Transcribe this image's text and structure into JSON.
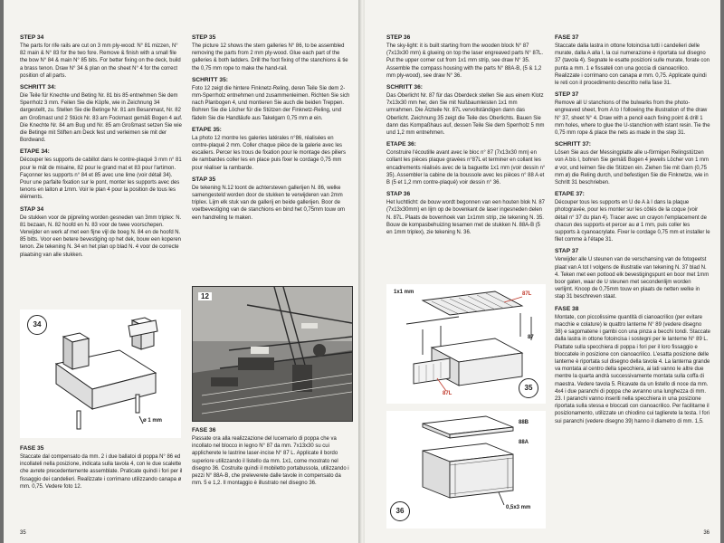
{
  "left_page": {
    "col1": {
      "sec1_title": "STEP 34",
      "sec1_text": "The parts for rife rails are cut on 3 mm ply-wood: N° 81 mizzen, N° 82 main & N° 83 for the two fore. Remove & finish with a small file the bow N° 84 & main N° 85 bits. For better fixing on the deck, build a brass tenon. Draw N° 34 & plan on the sheet N° 4 for the correct position of all parts.",
      "sec2_title": "SCHRITT 34:",
      "sec2_text": "Die Teile für Knechte und Beting Nr. 81 bis 85 entnehmen Sie dem Sperrholz 3 mm. Feilen Sie die Köpfe, wie in Zeichnung 34 dargestellt, zu. Stellen Sie die Betinge Nr. 81 am Besanmast, Nr. 82 am Großmast und 2 Stück Nr. 83 am Fockmast gemäß Bogen 4 auf. Die Knechte Nr. 84 am Bug und Nr. 85 am Großmast setzen Sie wie die Betinge mit Stiften am Deck fest und verleimen sie mit der Bordwand.",
      "sec3_title": "ETAPE 34:",
      "sec3_text": "Découper les supports de cabillot dans le contre-plaqué 3 mm n° 81 pour le mât de misaine, 82 pour le grand mat et 83 pour l'artimon. Façonner les supports n° 84 et 85 avec une lime (voir détail 34). Pour une parfaite fixation sur le pont, monter les supports avec des tenons en laiton ø 1mm. Voir le plan 4 pour la position de tous les éléments.",
      "sec4_title": "STAP 34",
      "sec4_text": "De stukken voor de pijpreling worden gesneden van 3mm triplex: N. 81 bezaan, N. 82 hoofd en N. 83 voor de twee voorschepen. Verwijder en werk af met een fijne vijl de boeg N. 84 en de hoofd N. 85 bitts. Voor een betere bevestiging op het dek, bouw een koperen tenon. Zie tekening N. 34 en het plan op blad N. 4 voor de correcte plaatsing van alle stukken.",
      "fig_number": "34",
      "fig_label": "ø 1 mm",
      "sec5_title": "FASE 35",
      "sec5_text": "Staccate dal compensato da mm. 2 i due ballatoi di poppa N° 86 ed incollateli nella posizione, indicata sulla tavola 4, con le due scalette che avrete precedentemente assemblate. Praticate quindi i fori per il fissaggio dei candelieri. Realizzate i corrimano utilizzando canapa ø mm. 0,75. Vedere foto 12."
    },
    "col2": {
      "sec1_title": "STEP 35",
      "sec1_text": "The picture 12 shows the stern galleries N° 86, to be assembled removing the parts from 2 mm ply-wood. Glue each part of the galleries & both ladders. Drill the foot fixing of the stanchions & tie the 0,75 mm rope to make the hand-rail.",
      "sec2_title": "SCHRITT 35:",
      "sec2_text": "Foto 12 zeigt die hintere Finknetz-Reling, deren Teile Sie dem 2-mm-Sperrholz entnehmen und zusammenleimen. Richten Sie sich nach Planbogen 4, und montieren Sie auch die beiden Treppen. Bohren Sie die Löcher für die Stützen der Finknetz-Reling, und fädeln Sie die Handläufe aus Takelgarn 0,75 mm ø ein.",
      "sec3_title": "ETAPE 35:",
      "sec3_text": "La photo 12 montre les galeries latérales n°86, réalisées en contre-plaqué 2 mm. Coller chaque pièce de la galerie avec les escaliers. Percer les trous de fixation pour le montage des piliers de rambardes coller les en place puis fixer le cordage 0,75 mm pour réaliser la rambarde.",
      "sec4_title": "STAP 35",
      "sec4_text": "De tekening N.12 toont de achtersteven gallerijen N. 86, welke samengesteld worden door de stukken te verwijderen van 2mm triplex. Lijm elk stuk van de gallerij en beide gallerijen. Boor de voetbevestiging van de stanchions en bind het 0,75mm touw om een handreling te maken.",
      "photo_number": "12",
      "sec5_title": "FASE 36",
      "sec5_text": "Passate ora alla realizzazione del lucernario di poppa che va incollato nel blocco in legno N° 87 da mm. 7x13x30 su cui applicherete le lastrine laser-incise N° 87 L. Applicate il bordo superiore utilizzando il listello da mm. 1x1, come mostrato nel disegno 36. Costruite quindi il mobiletto portabussola, utilizzando i pezzi N° 88A-B, che preleverete dalle tavole in compensato da mm. 5 e 1,2. Il montaggio è illustrato nel disegno 36."
    },
    "page_number": "35"
  },
  "right_page": {
    "col1": {
      "sec1_title": "STEP 36",
      "sec1_text": "The sky-light: it is built starting from the wooden block N° 87 (7x13x30 mm) & glueing on top the laser engreaved parts N° 87L. Put the upper corner cut from 1x1 mm strip, see draw N° 35. Assemble the compass housing with the parts N° 88A-B, (5 & 1,2 mm ply-wood), see draw N° 36.",
      "sec2_title": "SCHRITT 36:",
      "sec2_text": "Das Oberlicht Nr. 87 für das Oberdeck stellen Sie aus einem Klotz 7x13x30 mm her, den Sie mit Nußbaumleisten 1x1 mm umrahmen. Die Ätzteile Nr. 87L vervollständigen dann das Oberlicht. Zeichnung 35 zeigt die Teile des Oberlichts. Bauen Sie dann das Kompaßhaus auf, dessen Teile Sie dem Sperrholz 5 mm und 1,2 mm entnehmen.",
      "sec3_title": "ETAPE 36:",
      "sec3_text": "Construire l'écoutille avant avec le bloc n° 87 (7x13x30 mm) en collant les pièces plaque gravées n°87L et terminer en collant les encadrements réalisés avec de la baguette 1x1 mm (voir dessin n° 35). Assembler la cabine de la boussole avec les pièces n° 88 A et B (5 et 1,2 mm contre-plaqué) voir dessin n° 36.",
      "sec4_title": "STAP 36",
      "sec4_text": "Het luchtlicht: de bouw wordt begonnen van een houten blok N. 87 (7x13x30mm) en lijm op de bovenkant de laser ingesneden delen N. 87L. Plaats de bovenhoek van 1x1mm strip, zie tekening N. 35. Bouw de kompasbehuizing tesamen met de stukken N. 88A-B (5 en 1mm triplex), zie tekening N. 36.",
      "fig35_number": "35",
      "fig35_labels": {
        "a": "1x1 mm",
        "b": "87L",
        "c": "87",
        "d": "87L"
      },
      "fig36_number": "36",
      "fig36_labels": {
        "a": "88B",
        "b": "88A",
        "c": "0,5x3 mm"
      }
    },
    "col2": {
      "sec1_title": "FASE 37",
      "sec1_text": "Staccate dalla lastra in ottone fotoincisa tutti i candelieri delle murate, dalla A alla I, la cui numerazione è riportata sul disegno 37 (tavola 4). Segnate le esatte posizioni sulle murate, forate con punta a mm. 1 e fissateli con una goccia di cianoacrilico. Realizzate i corrimano con canapa ø mm. 0,75. Applicate quindi le reti con il procedimento descritto nella fase 31.",
      "sec2_title": "STEP 37",
      "sec2_text": "Remove all U stanchions of the bulwarks from the photo-engreaved sheet, from A to I following the illustration of the draw N° 37, sheet N° 4. Draw with a pencil each fixing point & drill 1 mm holes, where to glue the U-stanchion with istant resin. Tie the 0,75 mm rope & place the nets as made in the step 31.",
      "sec3_title": "SCHRITT 37:",
      "sec3_text": "Lösen Sie aus der Messingplatte alle u-förmigen Relingstützen von A bis I, bohren Sie gemäß Bogen 4 jeweils Löcher von 1 mm ø vor, und leimen Sie die Stützen ein. Ziehen Sie mit Garn (0,75 mm ø) die Reling durch, und befestigen Sie die Finknetze, wie in Schritt 31 beschrieben.",
      "sec4_title": "ETAPE 37:",
      "sec4_text": "Découper tous les supports en U de A à I dans la plaque photogravée, pour les monter sur les côtés de la coque (voir détail n° 37 du plan 4). Tracer avec un crayon l'emplacement de chacun des supports et percer au ø 1 mm, puis coller les supports à cyanoacrylate. Fixer le cordage 0,75 mm et installer le filet comme à l'étape 31.",
      "sec5_title": "STAP 37",
      "sec5_text": "Verwijder alle U steunen van de verschansing van de fotogeetst plaat van A tot I volgens de illustratie van tekening N. 37 blad N. 4. Teken met een potlood elk bevestigingspunt en boor met 1mm boor gaten, waar de U steunen met secondenlijm worden verlijmt. Knoop de 0,75mm touw en plaats de netten welke in stap 31 beschreven staat.",
      "sec6_title": "FASE 38",
      "sec6_text": "Montate, con piccolissime quantità di cianoacrilico (per evitare macchie e colature) le quattro lanterne N° 89 (vedere disegno 38) e sagomatene i gambi con una pinza a becchi tondi. Staccate dalla lastra in ottone fotoincisa i sostegni per le lanterne N° 89 L. Piattate sulla specchiera di poppa i fori per il loro fissaggio e bloccatele in posizione con cianoacrilico. L'esatta posizione delle lanterne è riportata sul disegno della tavola 4. La lanterna grande va montata al centro della specchiera, ai lati vanno le altre due mentre la quarta andrà successivamente montata sulla coffa di maestra. Vedere tavola 5. Ricavate da un listello di noce da mm. 4x4 i due paranchi di poppa che avranno una lunghezza di mm. 23. I paranchi vanno inseriti nella specchiera in una posizione riportata sulla stessa e bloccati con cianoacrilico. Per facilitarne il posizionamento, utilizzate un chiodino cui taglierete la testa. I fori sui paranchi (vedere disegno 39) hanno il diametro di mm. 1,5."
    },
    "page_number": "36"
  }
}
